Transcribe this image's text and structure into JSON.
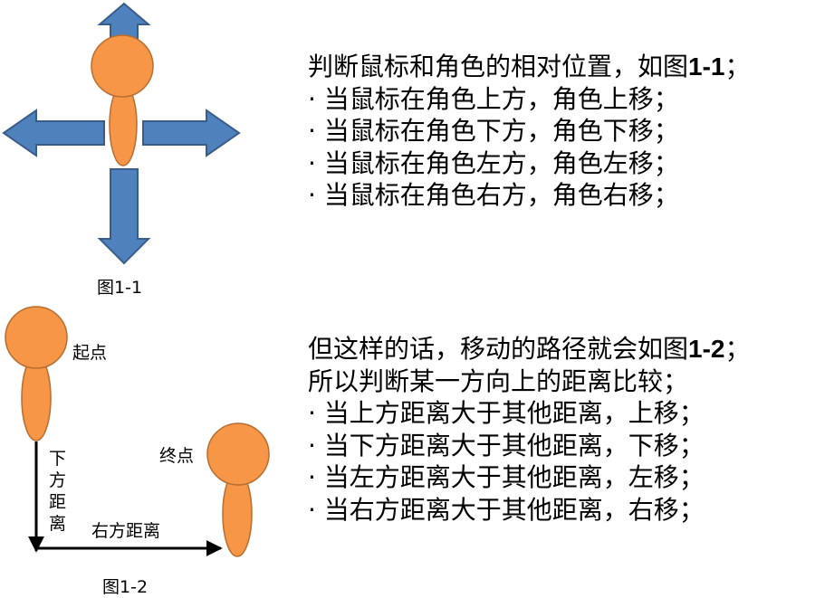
{
  "figure1": {
    "caption": "图1-1"
  },
  "figure2": {
    "caption": "图1-2",
    "start_label": "起点",
    "end_label": "终点",
    "down_distance_label": "下方距离",
    "right_distance_label": "右方距离"
  },
  "paragraph1": {
    "lines": [
      {
        "text": "判断鼠标和角色的相对位置，如图",
        "bold": "1-1",
        "tail": "；"
      },
      {
        "text": "· 当鼠标在角色上方，角色上移；"
      },
      {
        "text": "· 当鼠标在角色下方，角色下移；"
      },
      {
        "text": "· 当鼠标在角色左方，角色左移；"
      },
      {
        "text": "· 当鼠标在角色右方，角色右移；"
      }
    ]
  },
  "paragraph2": {
    "lines": [
      {
        "text": "但这样的话，移动的路径就会如图",
        "bold": "1-2",
        "tail": "；"
      },
      {
        "text": "所以判断某一方向上的距离比较；"
      },
      {
        "text": "· 当上方距离大于其他距离，上移；"
      },
      {
        "text": "· 当下方距离大于其他距离，下移；"
      },
      {
        "text": "· 当左方距离大于其他距离，左移；"
      },
      {
        "text": "· 当右方距离大于其他距离，右移；"
      }
    ]
  },
  "colors": {
    "arrow_fill": "#4f81bd",
    "arrow_stroke": "#385d8a",
    "character_fill": "#f79646",
    "character_stroke": "#b66d31",
    "line_color": "#000000"
  }
}
